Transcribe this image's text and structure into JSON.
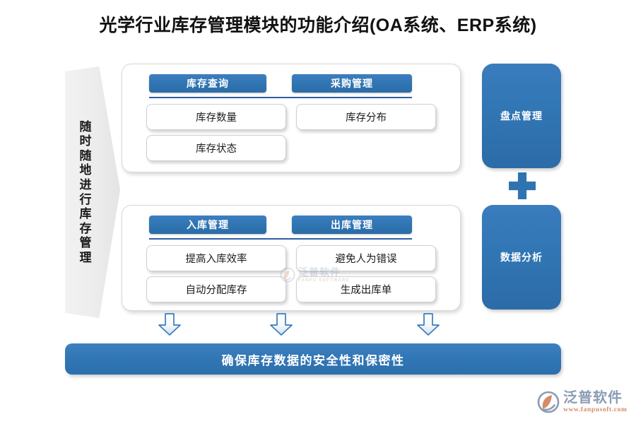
{
  "title": "光学行业库存管理模块的功能介绍(OA系统、ERP系统)",
  "colors": {
    "accent_blue": "#3176b4",
    "pill_blue": "#3075b2",
    "divider_blue": "#2e5fa3",
    "card_white": "#ffffff",
    "panel_gray": "#ececec",
    "logo_blue_gray": "#8c9bb5",
    "logo_orange": "#d58b6a"
  },
  "left_panel": {
    "name": "随时随地进行库存管理",
    "chars": [
      "随",
      "时",
      "随",
      "地",
      "进",
      "行",
      "库",
      "存",
      "管",
      "理"
    ]
  },
  "cards": [
    {
      "id": "inventory-query-card",
      "headers": [
        {
          "label": "库存查询"
        },
        {
          "label": "采购管理"
        }
      ],
      "items_col1": [
        "库存数量",
        "库存状态"
      ],
      "items_col2": [
        "库存分布"
      ]
    },
    {
      "id": "warehouse-card",
      "headers": [
        {
          "label": "入库管理"
        },
        {
          "label": "出库管理"
        }
      ],
      "items_col1": [
        "提高入库效率",
        "自动分配库存"
      ],
      "items_col2": [
        "避免人为错误",
        "生成出库单"
      ]
    }
  ],
  "right_boxes": [
    {
      "label": "盘点管理"
    },
    {
      "label": "数据分析"
    }
  ],
  "connector": {
    "icon": "plus-icon"
  },
  "arrows": [
    {
      "icon": "arrow-down-icon"
    },
    {
      "icon": "arrow-down-icon"
    },
    {
      "icon": "arrow-down-icon"
    }
  ],
  "banner": {
    "label": "确保库存数据的安全性和保密性"
  },
  "watermark": {
    "cn": "泛普软件",
    "en": "FANPU SOFTWARE"
  },
  "logo": {
    "cn": "泛普软件",
    "url": "www.fanpusoft.com"
  }
}
